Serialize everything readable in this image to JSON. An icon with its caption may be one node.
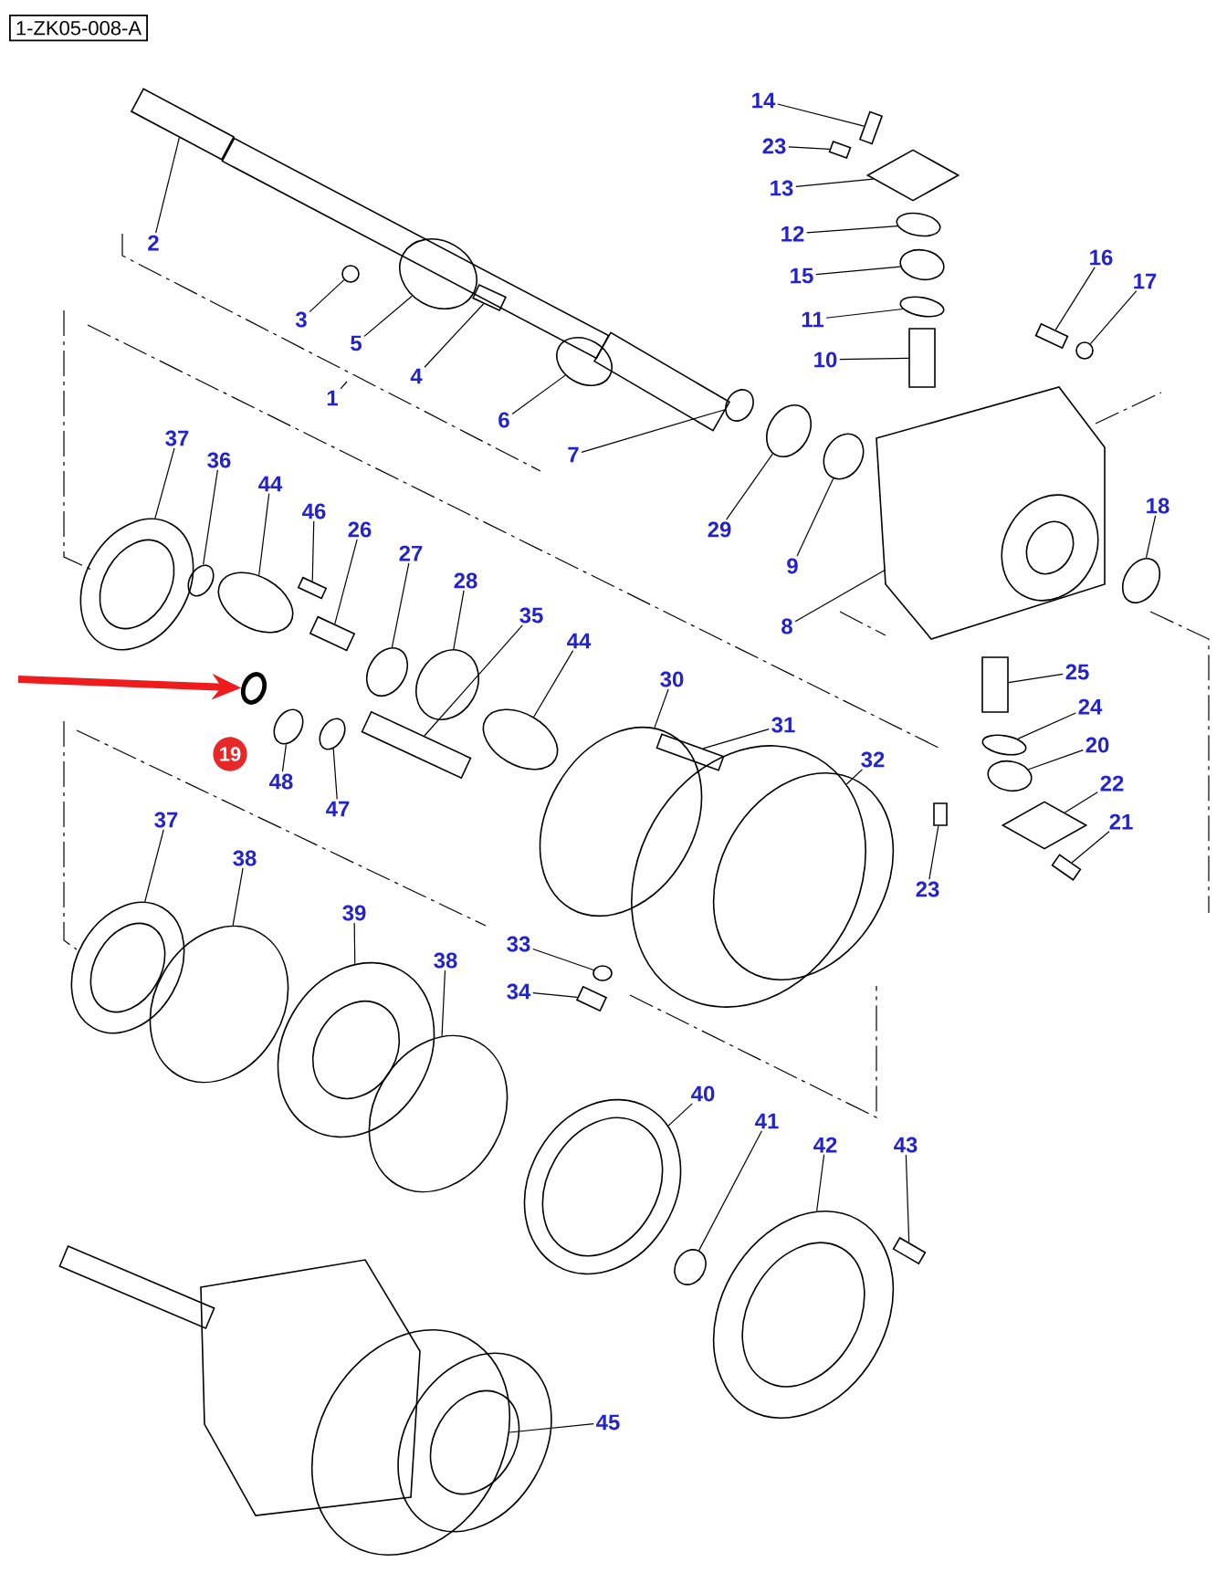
{
  "diagram": {
    "title": "1-ZK05-008-A",
    "nodes": [
      {
        "text": [
          "14"
        ]
      },
      {
        "text": [
          "23"
        ]
      },
      {
        "text": [
          "13"
        ]
      },
      {
        "text": [
          "12"
        ]
      },
      {
        "text": [
          "15"
        ]
      },
      {
        "text": [
          "11"
        ]
      },
      {
        "text": [
          "16"
        ]
      },
      {
        "text": [
          "17"
        ]
      },
      {
        "text": [
          "10"
        ]
      },
      {
        "text": [
          "2"
        ]
      },
      {
        "text": [
          "3"
        ]
      },
      {
        "text": [
          "5"
        ]
      },
      {
        "text": [
          "1"
        ]
      },
      {
        "text": [
          "4"
        ]
      },
      {
        "text": [
          "6"
        ]
      },
      {
        "text": [
          "7"
        ]
      },
      {
        "text": [
          "37"
        ]
      },
      {
        "text": [
          "36"
        ]
      },
      {
        "text": [
          "44"
        ]
      },
      {
        "text": [
          "46"
        ]
      },
      {
        "text": [
          "26"
        ]
      },
      {
        "text": [
          "27"
        ]
      },
      {
        "text": [
          "29"
        ]
      },
      {
        "text": [
          "28"
        ]
      },
      {
        "text": [
          "18"
        ]
      },
      {
        "text": [
          "9"
        ]
      },
      {
        "text": [
          "35"
        ]
      },
      {
        "text": [
          "8"
        ]
      },
      {
        "text": [
          "44"
        ]
      },
      {
        "text": [
          "25"
        ]
      },
      {
        "text": [
          "30"
        ]
      },
      {
        "text": [
          "24"
        ]
      },
      {
        "text": [
          "31"
        ]
      },
      {
        "text": [
          "20"
        ]
      },
      {
        "text": [
          "32"
        ]
      },
      {
        "text": [
          "19"
        ]
      },
      {
        "text": [],
        "shape": "circle"
      },
      {
        "text": [
          "48"
        ]
      },
      {
        "text": [
          "22"
        ]
      },
      {
        "text": [
          "47"
        ]
      },
      {
        "text": [
          "21"
        ]
      },
      {
        "text": [
          "37"
        ]
      },
      {
        "text": [
          "23"
        ]
      },
      {
        "text": [
          "38"
        ]
      },
      {
        "text": [
          "39"
        ]
      },
      {
        "text": [
          "33"
        ]
      },
      {
        "text": [
          "38"
        ]
      },
      {
        "text": [
          "34"
        ]
      },
      {
        "text": [
          "40"
        ]
      },
      {
        "text": [
          "41"
        ]
      },
      {
        "text": [
          "42"
        ]
      },
      {
        "text": [
          "43"
        ]
      },
      {
        "text": [
          "45"
        ]
      },
      {
        "text": [],
        "shape": "box"
      },
      {
        "text": [],
        "shape": "box"
      },
      {
        "text": [],
        "shape": "diamond"
      },
      {
        "text": [],
        "shape": "circle"
      },
      {
        "text": [],
        "shape": "circle"
      },
      {
        "text": [],
        "shape": "circle"
      },
      {
        "text": [],
        "shape": "box"
      },
      {
        "text": [],
        "shape": "circle"
      },
      {
        "text": [],
        "shape": "box"
      },
      {
        "text": [],
        "shape": "box"
      },
      {
        "text": [],
        "shape": "circle"
      },
      {
        "text": [],
        "shape": "circle"
      },
      {
        "text": [],
        "shape": "box"
      },
      {
        "text": [],
        "shape": "circle"
      },
      {
        "text": [],
        "shape": "circle"
      },
      {
        "text": [],
        "shape": "circle"
      },
      {
        "text": [],
        "shape": "circle"
      },
      {
        "text": [],
        "shape": "circle"
      },
      {
        "text": [],
        "shape": "box"
      },
      {
        "text": [],
        "shape": "box"
      },
      {
        "text": [],
        "shape": "circle"
      },
      {
        "text": [],
        "shape": "circle"
      },
      {
        "text": [],
        "shape": "circle"
      },
      {
        "text": [],
        "shape": "circle"
      },
      {
        "text": [],
        "shape": "circle"
      },
      {
        "text": [],
        "shape": "box"
      },
      {
        "text": [],
        "shape": "circle"
      },
      {
        "text": [],
        "shape": "box"
      },
      {
        "text": [],
        "shape": "circle"
      },
      {
        "text": [],
        "shape": "circle"
      },
      {
        "text": [],
        "shape": "box"
      },
      {
        "text": [],
        "shape": "circle"
      },
      {
        "text": [],
        "shape": "circle"
      },
      {
        "text": [],
        "shape": "circle"
      },
      {
        "text": [],
        "shape": "diamond"
      },
      {
        "text": [],
        "shape": "circle"
      },
      {
        "text": [],
        "shape": "box"
      },
      {
        "text": [],
        "shape": "circle"
      },
      {
        "text": [],
        "shape": "box"
      },
      {
        "text": [],
        "shape": "circle"
      },
      {
        "text": [],
        "shape": "circle"
      },
      {
        "text": [],
        "shape": "circle"
      },
      {
        "text": [],
        "shape": "circle"
      },
      {
        "text": [],
        "shape": "box"
      },
      {
        "text": [],
        "shape": "circle"
      },
      {
        "text": [],
        "shape": "circle"
      },
      {
        "text": [],
        "shape": "circle"
      },
      {
        "text": [],
        "shape": "box"
      },
      {
        "text": [],
        "shape": "circle"
      }
    ],
    "edges": [
      {
        "from": 0,
        "to": 53,
        "arrow": "none"
      },
      {
        "from": 1,
        "to": 54,
        "arrow": "none"
      },
      {
        "from": 2,
        "to": 55,
        "arrow": "none"
      },
      {
        "from": 3,
        "to": 56,
        "arrow": "none"
      },
      {
        "from": 4,
        "to": 57,
        "arrow": "none"
      },
      {
        "from": 5,
        "to": 58,
        "arrow": "none"
      },
      {
        "from": 6,
        "to": 59,
        "arrow": "none"
      },
      {
        "from": 7,
        "to": 60,
        "arrow": "none"
      },
      {
        "from": 8,
        "to": 61,
        "arrow": "none"
      },
      {
        "from": 9,
        "to": 62,
        "arrow": "none"
      },
      {
        "from": 10,
        "to": 63,
        "arrow": "none"
      },
      {
        "from": 11,
        "to": 64,
        "arrow": "none"
      },
      {
        "from": 12,
        "to": null,
        "arrow": "none"
      },
      {
        "from": 13,
        "to": 65,
        "arrow": "none"
      },
      {
        "from": 14,
        "to": 66,
        "arrow": "none"
      },
      {
        "from": 15,
        "to": 67,
        "arrow": "none"
      },
      {
        "from": 16,
        "to": 68,
        "arrow": "none"
      },
      {
        "from": 17,
        "to": 69,
        "arrow": "none"
      },
      {
        "from": 18,
        "to": 70,
        "arrow": "none"
      },
      {
        "from": 19,
        "to": 71,
        "arrow": "none"
      },
      {
        "from": 20,
        "to": 72,
        "arrow": "none"
      },
      {
        "from": 21,
        "to": 73,
        "arrow": "none"
      },
      {
        "from": 22,
        "to": 74,
        "arrow": "none"
      },
      {
        "from": 23,
        "to": 75,
        "arrow": "none"
      },
      {
        "from": 24,
        "to": 76,
        "arrow": "none"
      },
      {
        "from": 25,
        "to": 77,
        "arrow": "none"
      },
      {
        "from": 26,
        "to": 78,
        "arrow": "none"
      },
      {
        "from": 27,
        "to": null,
        "arrow": "none"
      },
      {
        "from": 28,
        "to": 79,
        "arrow": "none"
      },
      {
        "from": 29,
        "to": 80,
        "arrow": "none"
      },
      {
        "from": 30,
        "to": 81,
        "arrow": "none"
      },
      {
        "from": 31,
        "to": 82,
        "arrow": "none"
      },
      {
        "from": 32,
        "to": 83,
        "arrow": "none"
      },
      {
        "from": 33,
        "to": 84,
        "arrow": "none"
      },
      {
        "from": 34,
        "to": 85,
        "arrow": "none"
      },
      {
        "from": null,
        "to": 36,
        "arrow": "to",
        "style": "thick",
        "color": "#ee1c1c"
      },
      {
        "from": 37,
        "to": 86,
        "arrow": "none"
      },
      {
        "from": 38,
        "to": 87,
        "arrow": "none"
      },
      {
        "from": 39,
        "to": 88,
        "arrow": "none"
      },
      {
        "from": 40,
        "to": 89,
        "arrow": "none"
      },
      {
        "from": 41,
        "to": 90,
        "arrow": "none"
      },
      {
        "from": 42,
        "to": 91,
        "arrow": "none"
      },
      {
        "from": 43,
        "to": 92,
        "arrow": "none"
      },
      {
        "from": 44,
        "to": 93,
        "arrow": "none"
      },
      {
        "from": 45,
        "to": 94,
        "arrow": "none"
      },
      {
        "from": 46,
        "to": 95,
        "arrow": "none"
      },
      {
        "from": 47,
        "to": 96,
        "arrow": "none"
      },
      {
        "from": 48,
        "to": 97,
        "arrow": "none"
      },
      {
        "from": 49,
        "to": 98,
        "arrow": "none"
      },
      {
        "from": 50,
        "to": 99,
        "arrow": "none"
      },
      {
        "from": 51,
        "to": 100,
        "arrow": "none"
      },
      {
        "from": 52,
        "to": 101,
        "arrow": "none"
      }
    ]
  }
}
